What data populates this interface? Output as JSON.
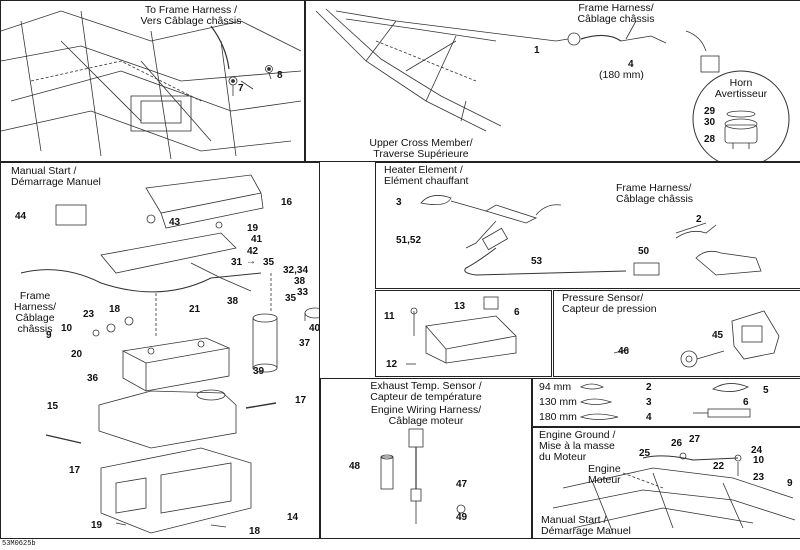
{
  "panels": {
    "top_left": {
      "label_en": "To Frame Harness /",
      "label_fr": "Vers Câblage châssis",
      "parts": [
        "8",
        "7"
      ]
    },
    "top_right": {
      "frame_harness_en": "Frame Harness/",
      "frame_harness_fr": "Câblage châssis",
      "part_1": "1",
      "part_4": "4",
      "part_4_size": "(180 mm)",
      "horn_en": "Horn",
      "horn_fr": "Avertisseur",
      "part_29": "29",
      "part_30": "30",
      "part_28": "28",
      "cross_member_en": "Upper Cross Member/",
      "cross_member_fr": "Traverse Supérieure"
    },
    "manual_start": {
      "title_en": "Manual Start /",
      "title_fr": "Démarrage Manuel",
      "harness_en": "Frame",
      "harness_en2": "Harness/",
      "harness_fr": "Câblage",
      "harness_fr2": "châssis",
      "parts": {
        "p44": "44",
        "p16": "16",
        "p43": "43",
        "p19a": "19",
        "p41": "41",
        "p42": "42",
        "p31": "31",
        "p35a": "35",
        "p3234": "32,34",
        "p38a": "38",
        "p33": "33",
        "p23": "23",
        "p18a": "18",
        "p21": "21",
        "p38b": "38",
        "p35b": "35",
        "p10": "10",
        "p9": "9",
        "p40": "40",
        "p37": "37",
        "p20": "20",
        "p36": "36",
        "p39": "39",
        "p15": "15",
        "p17a": "17",
        "p17b": "17",
        "p14": "14",
        "p19b": "19",
        "p18b": "18"
      },
      "arrow": "→"
    },
    "heater": {
      "title_en": "Heater Element /",
      "title_fr": "Elément chauffant",
      "harness_en": "Frame Harness/",
      "harness_fr": "Câblage châssis",
      "parts": {
        "p3": "3",
        "p2": "2",
        "p5152": "51,52",
        "p50": "50",
        "p53": "53"
      }
    },
    "module": {
      "parts": {
        "p11": "11",
        "p13": "13",
        "p6": "6",
        "p12": "12"
      }
    },
    "pressure": {
      "title_en": "Pressure Sensor/",
      "title_fr": "Capteur de pression",
      "parts": {
        "p45": "45",
        "p46": "46"
      }
    },
    "exhaust": {
      "title_en": "Exhaust Temp. Sensor /",
      "title_fr": "Capteur de température",
      "harness_en": "Engine Wiring Harness/",
      "harness_fr": "Câblage moteur",
      "parts": {
        "p48": "48",
        "p47": "47",
        "p49": "49"
      }
    },
    "wires": {
      "rows": [
        {
          "length": "94 mm",
          "part": "2"
        },
        {
          "length": "130 mm",
          "part": "3"
        },
        {
          "length": "180 mm",
          "part": "4"
        }
      ],
      "parts": {
        "p5": "5",
        "p6": "6"
      }
    },
    "ground": {
      "title_en": "Engine Ground /",
      "title_fr1": "Mise à la masse",
      "title_fr2": "du Moteur",
      "engine_en": "Engine",
      "engine_fr": "Moteur",
      "manual_en": "Manual Start /",
      "manual_fr": "Démarrage Manuel",
      "parts": {
        "p26": "26",
        "p27": "27",
        "p24": "24",
        "p25": "25",
        "p10": "10",
        "p22": "22",
        "p23": "23",
        "p9": "9"
      }
    }
  },
  "footer": "53M0625b"
}
